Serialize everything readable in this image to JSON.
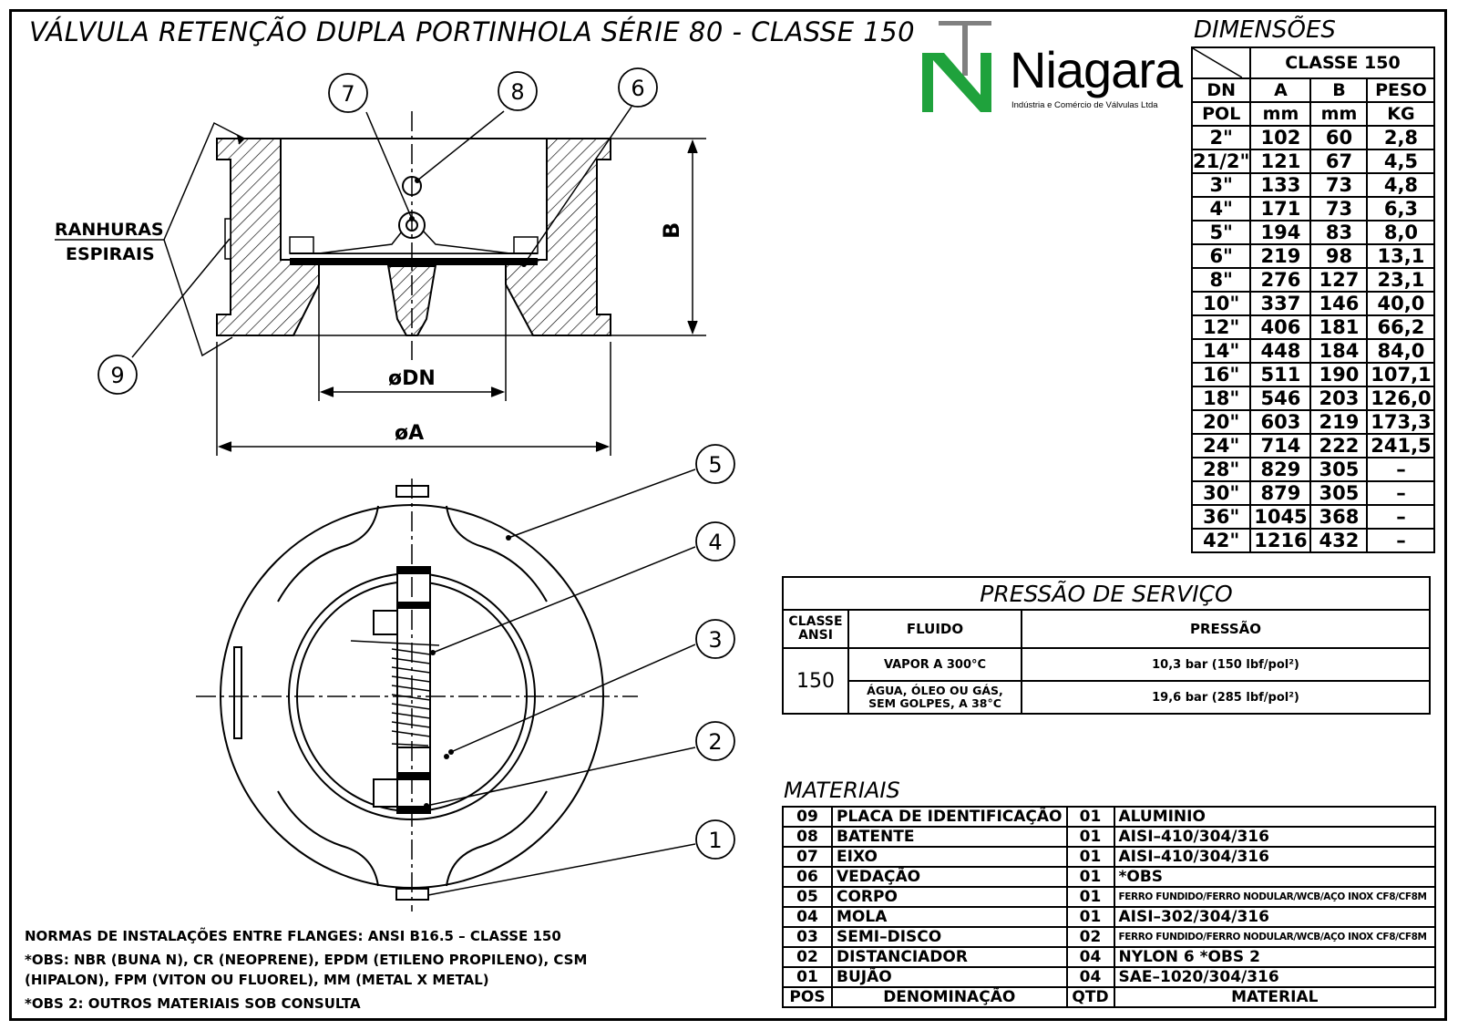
{
  "title": "VÁLVULA RETENÇÃO DUPLA PORTINHOLA SÉRIE 80 - CLASSE 150",
  "logo": {
    "name": "Niagara",
    "subtitle": "Indústria e Comércio de Válvulas Ltda",
    "colors": {
      "green": "#1fa23c",
      "gray": "#808080"
    }
  },
  "drawing": {
    "callouts": [
      "1",
      "2",
      "3",
      "4",
      "5",
      "6",
      "7",
      "8",
      "9"
    ],
    "ranhuras_label_1": "RANHURAS",
    "ranhuras_label_2": "ESPIRAIS",
    "dim_b": "B",
    "dim_dn": "øDN",
    "dim_a": "øA"
  },
  "dimensoes": {
    "title": "DIMENSÕES",
    "class_header": "CLASSE 150",
    "headers": [
      "DN",
      "A",
      "B",
      "PESO"
    ],
    "units": [
      "POL",
      "mm",
      "mm",
      "KG"
    ],
    "rows": [
      [
        "2\"",
        "102",
        "60",
        "2,8"
      ],
      [
        "21/2\"",
        "121",
        "67",
        "4,5"
      ],
      [
        "3\"",
        "133",
        "73",
        "4,8"
      ],
      [
        "4\"",
        "171",
        "73",
        "6,3"
      ],
      [
        "5\"",
        "194",
        "83",
        "8,0"
      ],
      [
        "6\"",
        "219",
        "98",
        "13,1"
      ],
      [
        "8\"",
        "276",
        "127",
        "23,1"
      ],
      [
        "10\"",
        "337",
        "146",
        "40,0"
      ],
      [
        "12\"",
        "406",
        "181",
        "66,2"
      ],
      [
        "14\"",
        "448",
        "184",
        "84,0"
      ],
      [
        "16\"",
        "511",
        "190",
        "107,1"
      ],
      [
        "18\"",
        "546",
        "203",
        "126,0"
      ],
      [
        "20\"",
        "603",
        "219",
        "173,3"
      ],
      [
        "24\"",
        "714",
        "222",
        "241,5"
      ],
      [
        "28\"",
        "829",
        "305",
        "–"
      ],
      [
        "30\"",
        "879",
        "305",
        "–"
      ],
      [
        "36\"",
        "1045",
        "368",
        "–"
      ],
      [
        "42\"",
        "1216",
        "432",
        "–"
      ]
    ]
  },
  "pressao": {
    "title": "PRESSÃO DE SERVIÇO",
    "h_classe_1": "CLASSE",
    "h_classe_2": "ANSI",
    "h_fluido": "FLUIDO",
    "h_pressao": "PRESSÃO",
    "classe": "150",
    "rows": [
      {
        "fluido": "VAPOR A 300°C",
        "pressao": "10,3 bar (150 lbf/pol²)"
      },
      {
        "fluido_1": "ÁGUA, ÓLEO OU GÁS,",
        "fluido_2": "SEM GOLPES, A 38°C",
        "pressao": "19,6 bar (285 lbf/pol²)"
      }
    ]
  },
  "materiais": {
    "title": "MATERIAIS",
    "rows": [
      [
        "09",
        "PLACA DE IDENTIFICAÇÃO",
        "01",
        "ALUMINIO"
      ],
      [
        "08",
        "BATENTE",
        "01",
        "AISI–410/304/316"
      ],
      [
        "07",
        "EIXO",
        "01",
        "AISI–410/304/316"
      ],
      [
        "06",
        "VEDAÇÃO",
        "01",
        "*OBS"
      ],
      [
        "05",
        "CORPO",
        "01",
        "FERRO FUNDIDO/FERRO NODULAR/WCB/AÇO INOX CF8/CF8M"
      ],
      [
        "04",
        "MOLA",
        "01",
        "AISI–302/304/316"
      ],
      [
        "03",
        "SEMI–DISCO",
        "02",
        "FERRO FUNDIDO/FERRO NODULAR/WCB/AÇO INOX CF8/CF8M"
      ],
      [
        "02",
        "DISTANCIADOR",
        "04",
        "NYLON 6 *OBS 2"
      ],
      [
        "01",
        "BUJÃO",
        "04",
        "SAE–1020/304/316"
      ]
    ],
    "footer": [
      "POS",
      "DENOMINAÇÃO",
      "QTD",
      "MATERIAL"
    ]
  },
  "notes": [
    "NORMAS DE INSTALAÇÕES ENTRE FLANGES:  ANSI B16.5 – CLASSE 150",
    "*OBS:  NBR (BUNA N), CR (NEOPRENE), EPDM (ETILENO PROPILENO), CSM",
    "(HIPALON), FPM (VITON OU FLUOREL), MM (METAL X METAL)",
    "*OBS 2:  OUTROS MATERIAIS SOB CONSULTA"
  ]
}
